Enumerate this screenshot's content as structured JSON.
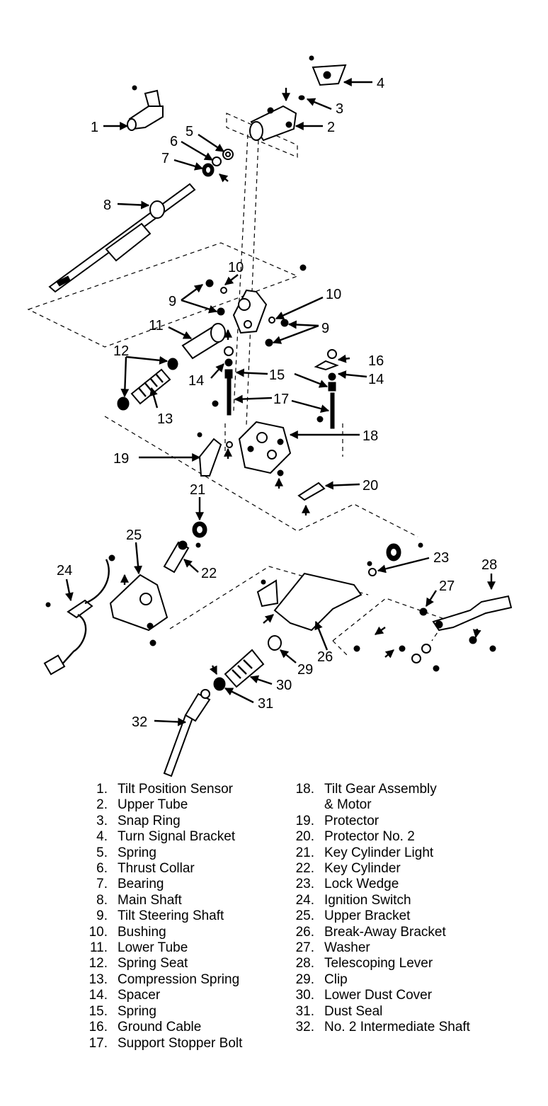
{
  "callouts": [
    "1",
    "2",
    "3",
    "4",
    "5",
    "6",
    "7",
    "8",
    "9",
    "10",
    "10",
    "9",
    "11",
    "12",
    "13",
    "14",
    "15",
    "14",
    "15",
    "16",
    "17",
    "17",
    "18",
    "19",
    "20",
    "21",
    "25",
    "22",
    "24",
    "23",
    "28",
    "27",
    "26",
    "29",
    "30",
    "31",
    "32"
  ],
  "legend_left": [
    {
      "num": "1.",
      "label": "Tilt Position Sensor"
    },
    {
      "num": "2.",
      "label": "Upper Tube"
    },
    {
      "num": "3.",
      "label": "Snap Ring"
    },
    {
      "num": "4.",
      "label": "Turn Signal Bracket"
    },
    {
      "num": "5.",
      "label": "Spring"
    },
    {
      "num": "6.",
      "label": "Thrust Collar"
    },
    {
      "num": "7.",
      "label": "Bearing"
    },
    {
      "num": "8.",
      "label": "Main Shaft"
    },
    {
      "num": "9.",
      "label": "Tilt Steering Shaft"
    },
    {
      "num": "10.",
      "label": "Bushing"
    },
    {
      "num": "11.",
      "label": "Lower Tube"
    },
    {
      "num": "12.",
      "label": "Spring Seat"
    },
    {
      "num": "13.",
      "label": "Compression Spring"
    },
    {
      "num": "14.",
      "label": "Spacer"
    },
    {
      "num": "15.",
      "label": "Spring"
    },
    {
      "num": "16.",
      "label": "Ground Cable"
    },
    {
      "num": "17.",
      "label": "Support Stopper Bolt"
    }
  ],
  "legend_right": [
    {
      "num": "18.",
      "label": "Tilt Gear Assembly"
    },
    {
      "num": "",
      "label": "& Motor"
    },
    {
      "num": "19.",
      "label": "Protector"
    },
    {
      "num": "20.",
      "label": "Protector No. 2"
    },
    {
      "num": "21.",
      "label": "Key Cylinder Light"
    },
    {
      "num": "22.",
      "label": "Key Cylinder"
    },
    {
      "num": "23.",
      "label": "Lock Wedge"
    },
    {
      "num": "24.",
      "label": "Ignition Switch"
    },
    {
      "num": "25.",
      "label": "Upper Bracket"
    },
    {
      "num": "26.",
      "label": "Break-Away Bracket"
    },
    {
      "num": "27.",
      "label": "Washer"
    },
    {
      "num": "28.",
      "label": "Telescoping Lever"
    },
    {
      "num": "29.",
      "label": "Clip"
    },
    {
      "num": "30.",
      "label": "Lower Dust Cover"
    },
    {
      "num": "31.",
      "label": "Dust Seal"
    },
    {
      "num": "32.",
      "label": "No. 2 Intermediate Shaft"
    }
  ]
}
